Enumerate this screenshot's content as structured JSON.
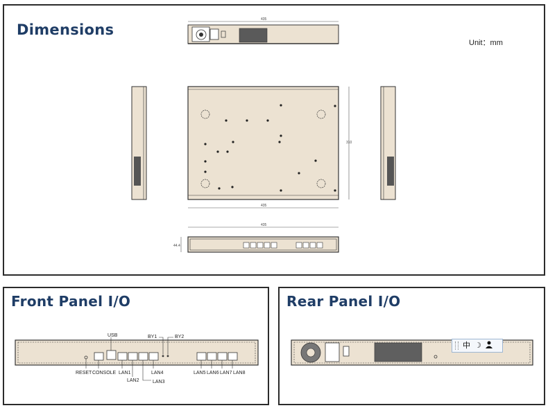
{
  "dimensions": {
    "title": "Dimensions",
    "unit_label": "Unit：mm",
    "top_view_width": "435",
    "front_view_width": "435",
    "front_view_height": "44.4",
    "plan_width": "435",
    "plan_depth": "310"
  },
  "front_panel": {
    "title": "Front Panel I/O",
    "labels": {
      "usb": "USB",
      "by1": "BY1",
      "by2": "BY2",
      "reset": "RESET",
      "console": "CONSOLE",
      "lan1": "LAN1",
      "lan2": "LAN2",
      "lan3": "LAN3",
      "lan4": "LAN4",
      "lan5": "LAN5",
      "lan6": "LAN6",
      "lan7": "LAN7",
      "lan8": "LAN8"
    }
  },
  "rear_panel": {
    "title": "Rear Panel I/O"
  },
  "ime_toolbar": {
    "lang": "中",
    "moon": "☽",
    "user_icon": "user-icon"
  },
  "colors": {
    "heading": "#1f3d66",
    "chassis_fill": "#ece2d2",
    "line": "#333333"
  }
}
